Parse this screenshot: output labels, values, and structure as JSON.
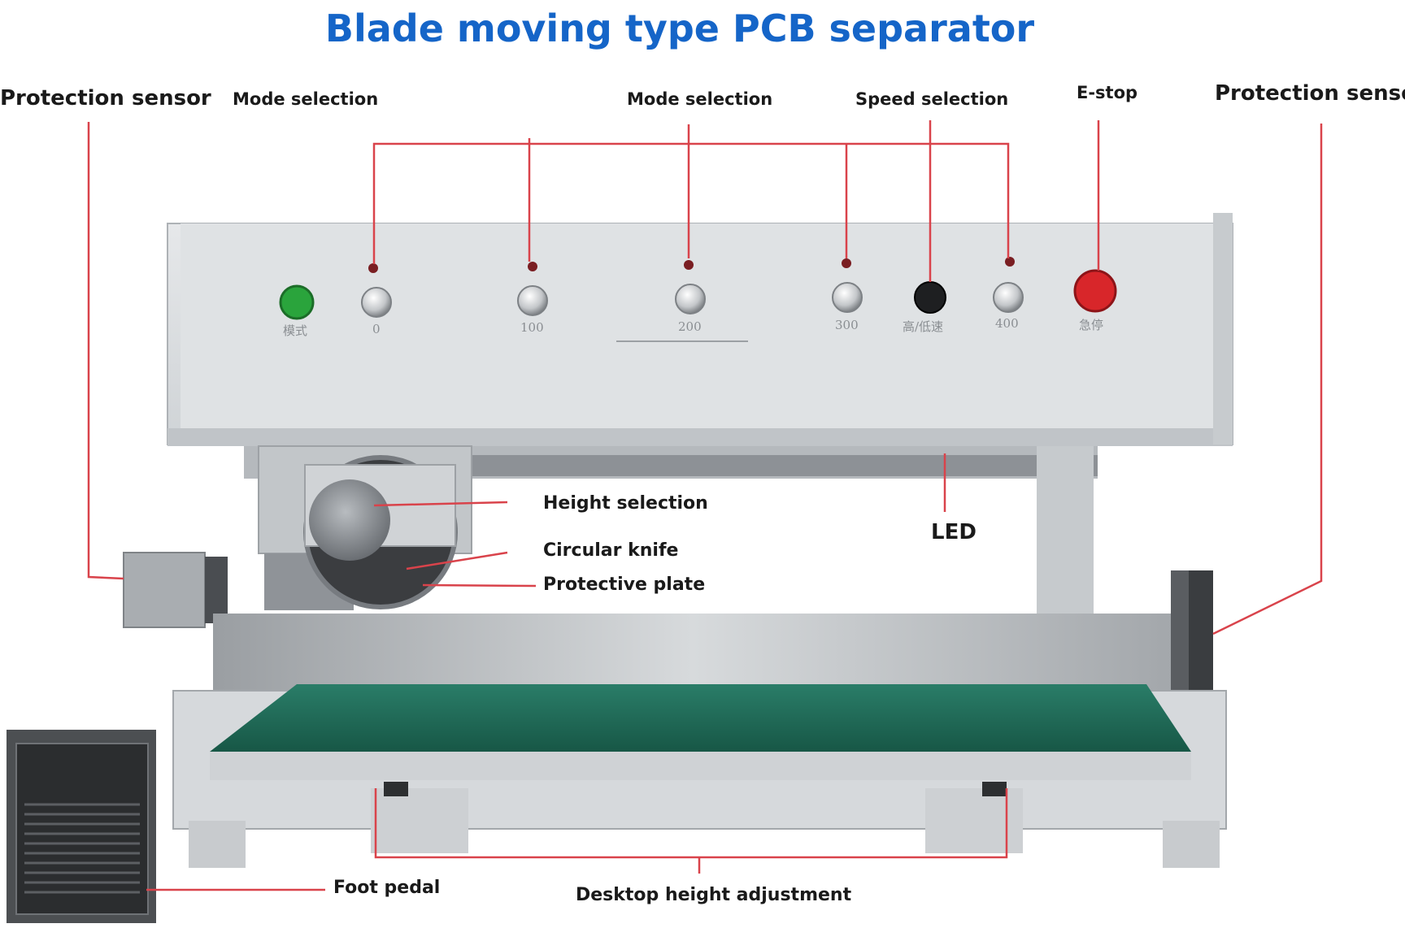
{
  "title": "Blade moving type PCB separator",
  "labels": {
    "protection_sensor_left": "Protection sensor",
    "mode_selection_1": "Mode selection",
    "mode_selection_2": "Mode selection",
    "speed_selection": "Speed selection",
    "estop": "E-stop",
    "protection_sensor_right": "Protection sensor",
    "height_selection": "Height selection",
    "circular_knife": "Circular knife",
    "protective_plate": "Protective plate",
    "led": "LED",
    "foot_pedal": "Foot pedal",
    "desktop_height_adjustment": "Desktop height adjustment"
  },
  "panel_buttons": {
    "mode": "模式",
    "b0": "0",
    "b100": "100",
    "b200": "200",
    "b300": "300",
    "speed": "高/低速",
    "b400": "400",
    "estop": "急停"
  },
  "colors": {
    "title": "#1565c8",
    "callout_line": "#d9434b",
    "panel": "#dcdfe2",
    "mat": "#1f6b58",
    "estop_button": "#d8262a",
    "mode_button": "#2aa43c"
  }
}
